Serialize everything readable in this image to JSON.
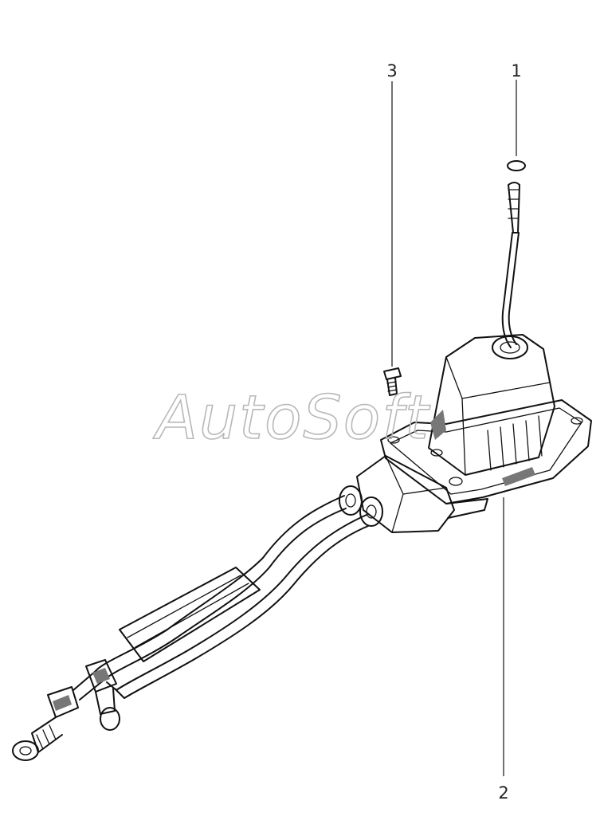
{
  "callouts": [
    {
      "id": "1",
      "label": "1"
    },
    {
      "id": "2",
      "label": "2"
    },
    {
      "id": "3",
      "label": "3"
    }
  ],
  "watermark": "AutoSoft",
  "colors": {
    "ink": "#111111",
    "watermark": "#b8b8b8",
    "background": "#ffffff"
  }
}
